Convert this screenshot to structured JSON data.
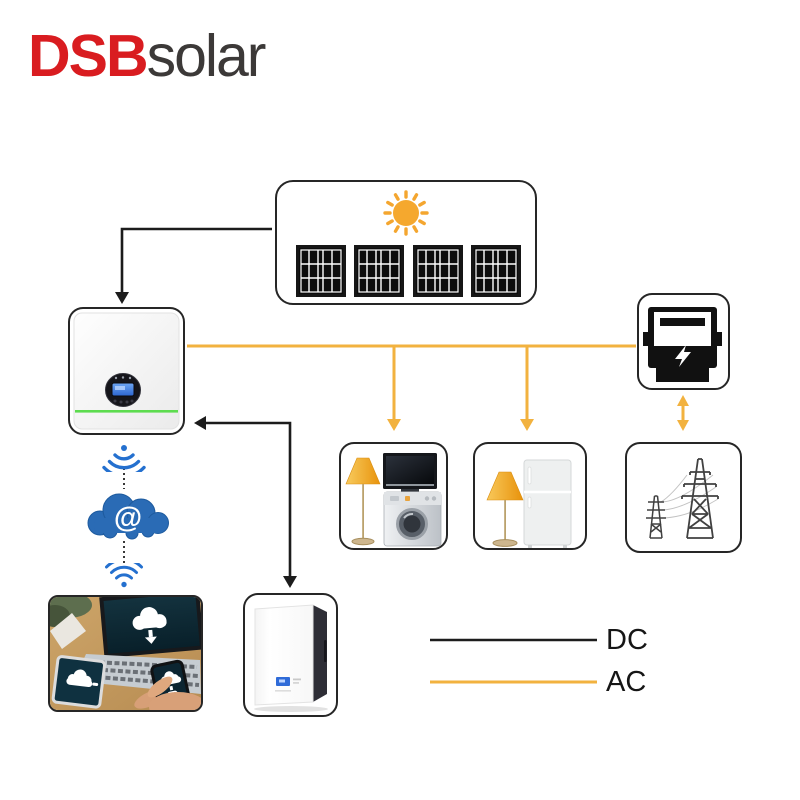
{
  "logo": {
    "primary": "DSB",
    "secondary": "solar"
  },
  "cloud": {
    "symbol": "@"
  },
  "legend": {
    "dc": {
      "label": "DC",
      "color": "#1c1c1c"
    },
    "ac": {
      "label": "AC",
      "color": "#f2b23f"
    }
  },
  "colors": {
    "logo_red": "#d91c20",
    "logo_gray": "#3c3938",
    "ac_yellow": "#f2b23f",
    "dc_black": "#1c1c1c",
    "wifi_blue": "#2470cf",
    "cloud_blue": "#2a6bb5",
    "inverter_green": "#5ddc4f",
    "sun_orange": "#f5a82e",
    "box_border": "#262626"
  },
  "icons": [
    "sun-icon",
    "solar-panel-icon",
    "inverter-icon",
    "energy-meter-icon",
    "lightning-bolt-icon",
    "floor-lamp-icon",
    "tv-icon",
    "washing-machine-icon",
    "refrigerator-icon",
    "transmission-tower-icon",
    "cloud-at-icon",
    "wifi-icon",
    "battery-icon",
    "monitoring-photo-icon"
  ]
}
